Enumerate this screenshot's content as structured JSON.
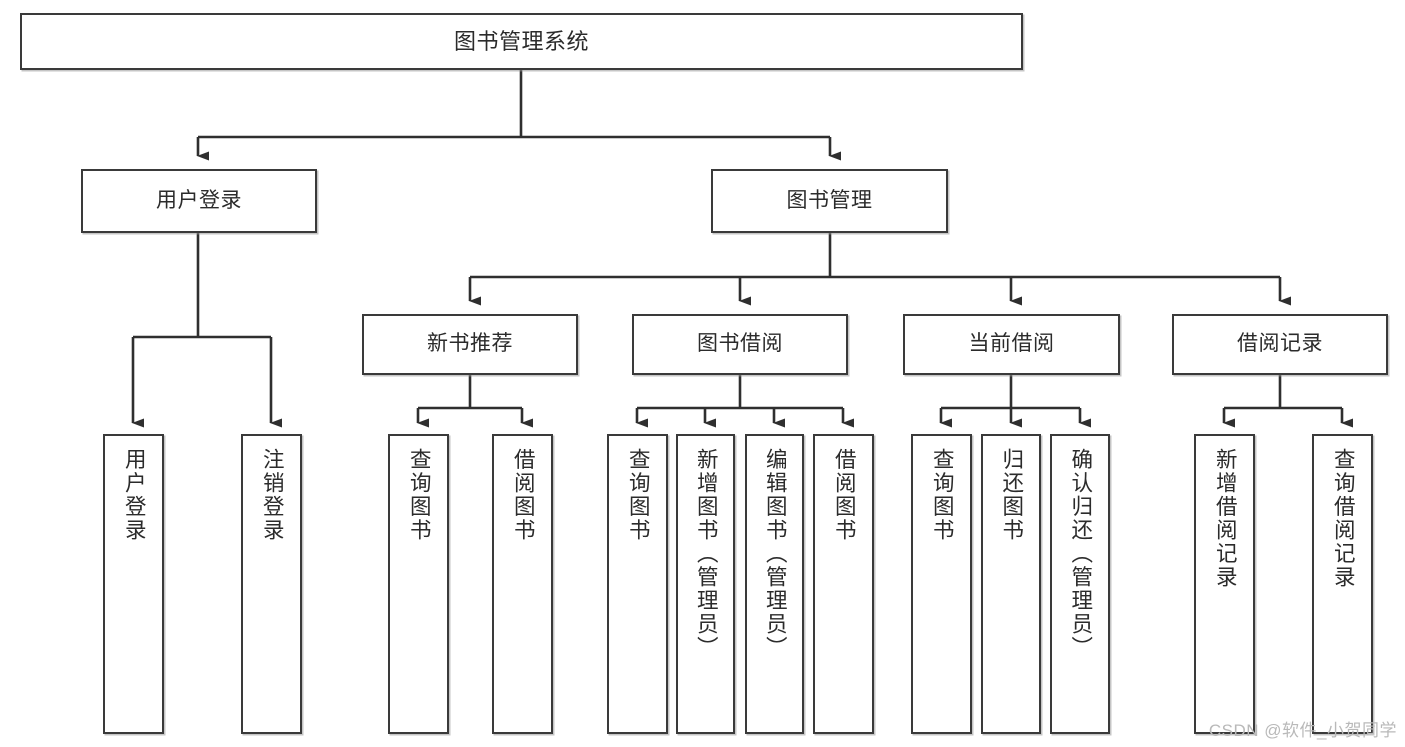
{
  "diagram": {
    "type": "tree-hierarchy",
    "title": "图书管理系统",
    "watermark": "CSDN @软件_小贺同学",
    "colors": {
      "background": "#ffffff",
      "border": "#3a3a3a",
      "text": "#2b2b2b",
      "wire": "#2f2f2f",
      "watermark": "#b9b9b9"
    },
    "nodes": {
      "root": {
        "label": "图书管理系统"
      },
      "level2": [
        {
          "label": "用户登录"
        },
        {
          "label": "图书管理"
        }
      ],
      "level3": [
        {
          "label": "新书推荐"
        },
        {
          "label": "图书借阅"
        },
        {
          "label": "当前借阅"
        },
        {
          "label": "借阅记录"
        }
      ],
      "leaves": {
        "user_login": [
          {
            "label": "用户登录"
          },
          {
            "label": "注销登录"
          }
        ],
        "new_book_recommend": [
          {
            "label": "查询图书"
          },
          {
            "label": "借阅图书"
          }
        ],
        "book_borrow": [
          {
            "label": "查询图书"
          },
          {
            "label": "新增图书（管理员）"
          },
          {
            "label": "编辑图书（管理员）"
          },
          {
            "label": "借阅图书"
          }
        ],
        "current_borrow": [
          {
            "label": "查询图书"
          },
          {
            "label": "归还图书"
          },
          {
            "label": "确认归还（管理员）"
          }
        ],
        "borrow_record": [
          {
            "label": "新增借阅记录"
          },
          {
            "label": "查询借阅记录"
          }
        ]
      }
    }
  }
}
